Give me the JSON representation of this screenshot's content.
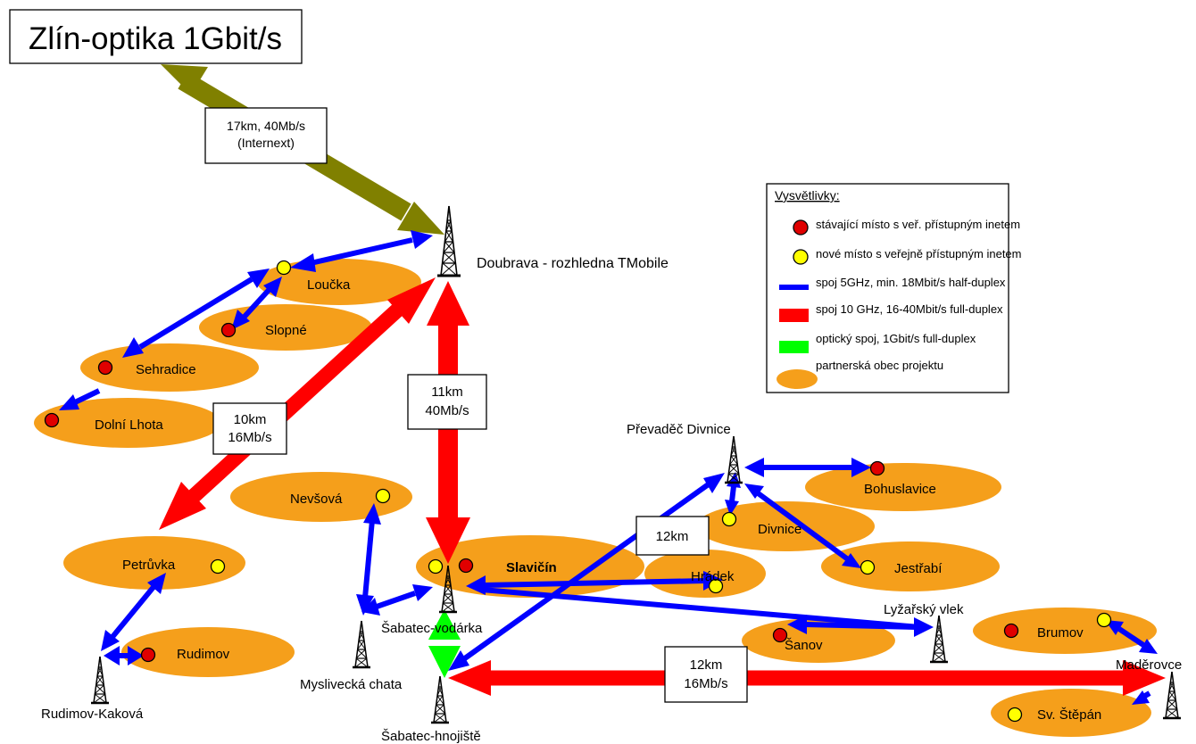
{
  "title": "Zlín-optika 1Gbit/s",
  "link_labels": {
    "internext": [
      "17km, 40Mb/s",
      "(Internext)"
    ],
    "doubrava_slavicin": [
      "11km",
      "40Mb/s"
    ],
    "doubrava_petruvka": [
      "10km",
      "16Mb/s"
    ],
    "divnice": [
      "12km"
    ],
    "hnojiste_maderovce": [
      "12km",
      "16Mb/s"
    ]
  },
  "legend": {
    "heading": "Vysvětlivky:",
    "items": [
      {
        "symbol": "red-dot",
        "label": "stávající místo s veř. přístupným inetem",
        "color": "#e00000"
      },
      {
        "symbol": "yellow-dot",
        "label": "nové místo s veřejně přístupným inetem",
        "color": "#ffff00"
      },
      {
        "symbol": "blue-line",
        "label": "spoj 5GHz, min. 18Mbit/s half-duplex",
        "color": "#0000ff"
      },
      {
        "symbol": "red-bar",
        "label": "spoj 10 GHz, 16-40Mbit/s full-duplex",
        "color": "#ff0000"
      },
      {
        "symbol": "green-bar",
        "label": "optický spoj, 1Gbit/s full-duplex",
        "color": "#00ff00"
      },
      {
        "symbol": "orange-ellipse",
        "label": "partnerská obec projektu",
        "color": "#f59f1b"
      }
    ]
  },
  "towers": {
    "doubrava": "Doubrava - rozhledna TMobile",
    "prevadec_divnice": "Převaděč Divnice",
    "sabatec_vodarka": "Šabatec-vodárka",
    "lyzarsky_vlek": "Lyžařský vlek",
    "maderovce": "Maděrovce",
    "myslivecka_chata": "Myslivecká chata",
    "rudimov_kakova": "Rudimov-Kaková",
    "sabatec_hnojiste": "Šabatec-hnojiště"
  },
  "villages": {
    "loucka": "Loučka",
    "slopne": "Slopné",
    "sehradice": "Sehradice",
    "dolni_lhota": "Dolní Lhota",
    "nevsova": "Nevšová",
    "petruvka": "Petrůvka",
    "rudimov": "Rudimov",
    "slavicin": "Slavičín",
    "hradek": "Hrádek",
    "divnice": "Divnice",
    "bohuslavice": "Bohuslavice",
    "jestrabi": "Jestřabí",
    "sanov": "Šanov",
    "brumov": "Brumov",
    "sv_stepan": "Sv. Štěpán"
  },
  "colors": {
    "village": "#f59f1b",
    "link_5ghz": "#0000ff",
    "link_10ghz": "#ff0000",
    "link_optic": "#00ff00",
    "link_internext": "#808000",
    "existing_site": "#e00000",
    "new_site": "#ffff00"
  }
}
